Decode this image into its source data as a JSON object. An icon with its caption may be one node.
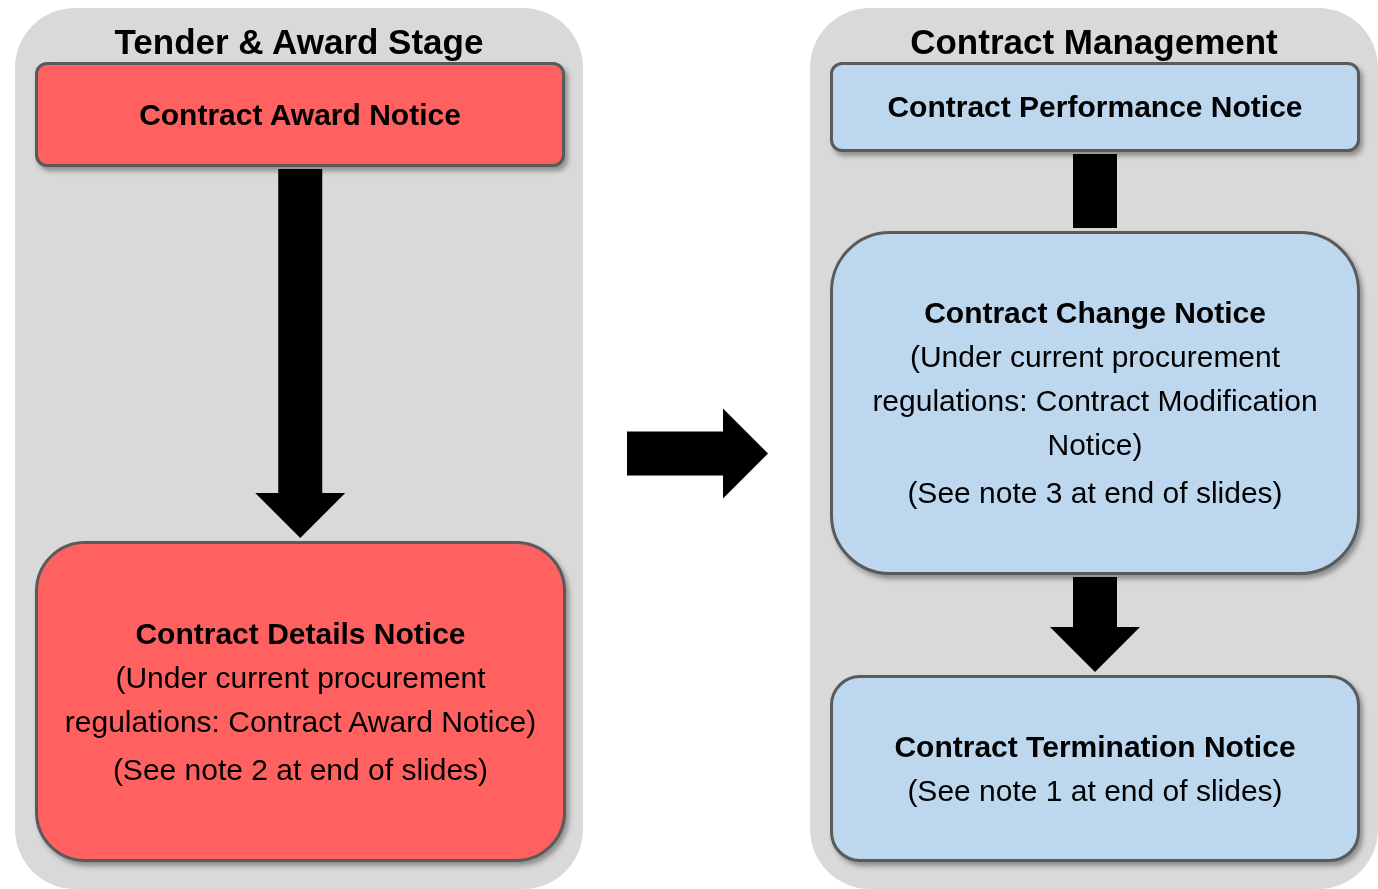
{
  "diagram": {
    "nodes": [
      {
        "text": [
          "Tender & Award Stage"
        ]
      },
      {
        "text": [
          "Contract Award Notice"
        ],
        "in": 0
      },
      {
        "text": [
          "Contract Details Notice",
          "(Under current procurement regulations: Contract Award Notice)",
          "(See note 2 at end of slides)"
        ],
        "in": 0
      },
      {
        "text": [
          "Contract Management"
        ]
      },
      {
        "text": [
          "Contract Performance Notice"
        ],
        "in": 3
      },
      {
        "text": [
          "Contract Change Notice",
          "(Under current procurement regulations: Contract Modification Notice)",
          "(See note 3 at end of slides)"
        ],
        "in": 3
      },
      {
        "text": [
          "Contract Termination Notice",
          "(See note 1 at end of slides)"
        ],
        "in": 3
      }
    ],
    "edges": [
      {
        "from": 1,
        "to": 2,
        "arrow": "to",
        "style": "thick"
      },
      {
        "from": 0,
        "to": 3,
        "arrow": "to",
        "style": "thick"
      },
      {
        "from": 4,
        "to": 5,
        "arrow": "none",
        "style": "thick"
      },
      {
        "from": 5,
        "to": 6,
        "arrow": "to",
        "style": "thick"
      }
    ]
  }
}
